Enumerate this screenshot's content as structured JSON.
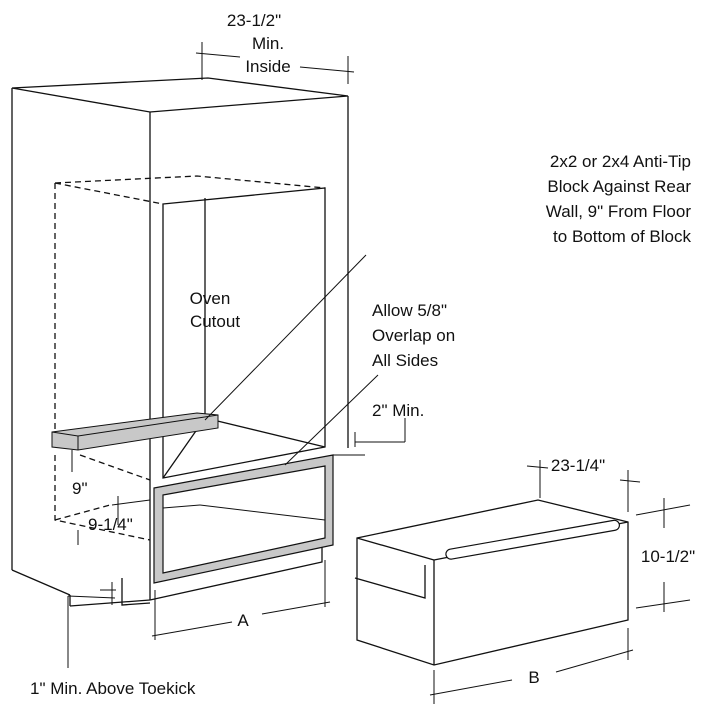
{
  "labels": {
    "top_width_line1": "23-1/2\"",
    "top_width_line2": "Min.",
    "top_width_line3": "Inside",
    "oven_cutout_line1": "Oven",
    "oven_cutout_line2": "Cutout",
    "antitip_line1": "2x2 or 2x4 Anti-Tip",
    "antitip_line2": "Block Against Rear",
    "antitip_line3": "Wall, 9\" From Floor",
    "antitip_line4": "to Bottom of Block",
    "overlap_line1": "Allow 5/8\"",
    "overlap_line2": "Overlap on",
    "overlap_line3": "All Sides",
    "min2": "2\" Min.",
    "dim_9": "9\"",
    "dim_9_1_4": "9-1/4\"",
    "dim_A": "A",
    "toekick": "1\" Min. Above Toekick",
    "drawer_depth": "23-1/4\"",
    "drawer_height": "10-1/2\"",
    "dim_B": "B"
  },
  "colors": {
    "line": "#111111",
    "block_fill": "#c8c8c8",
    "frame_fill": "#c8c8c8"
  }
}
